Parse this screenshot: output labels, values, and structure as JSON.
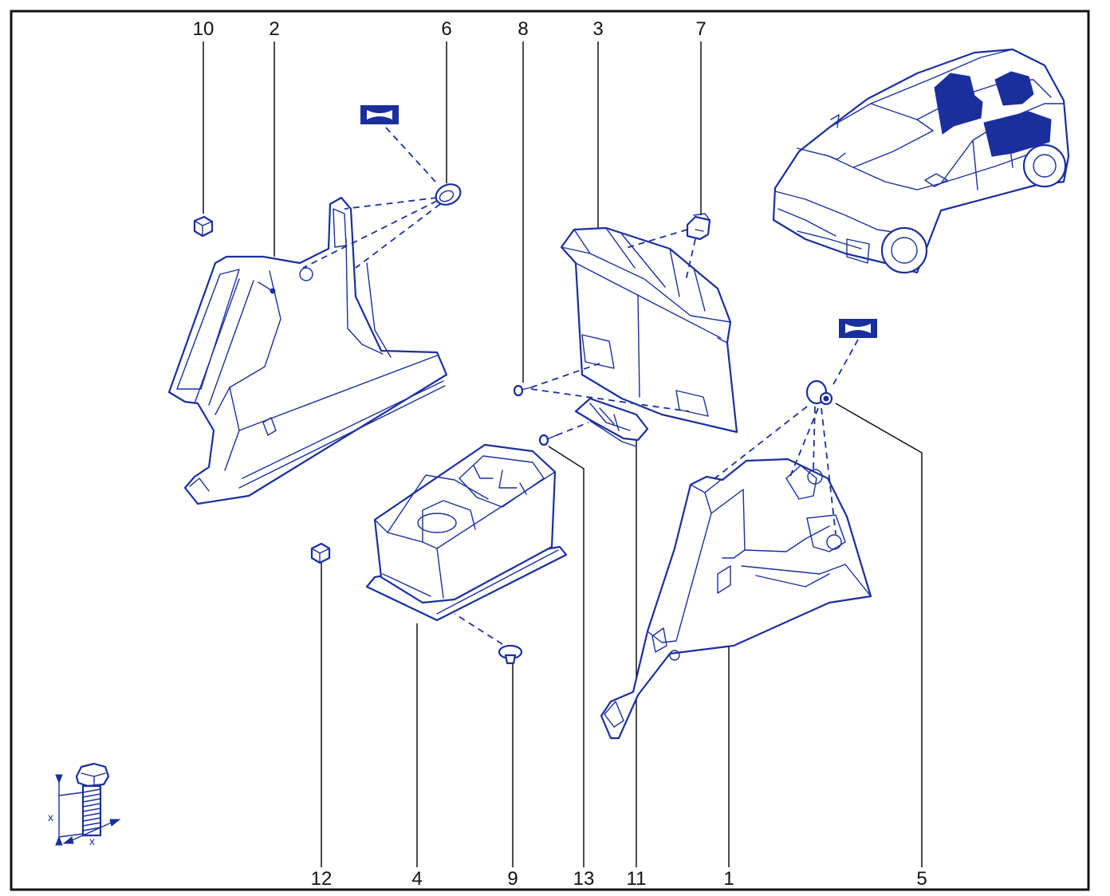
{
  "diagram": {
    "colors": {
      "line": "#1a2f9c",
      "frame": "#111111",
      "background": "#ffffff"
    },
    "callouts": [
      {
        "id": "10",
        "label": "10"
      },
      {
        "id": "2",
        "label": "2"
      },
      {
        "id": "6",
        "label": "6"
      },
      {
        "id": "8",
        "label": "8"
      },
      {
        "id": "3",
        "label": "3"
      },
      {
        "id": "7",
        "label": "7"
      },
      {
        "id": "12",
        "label": "12"
      },
      {
        "id": "4",
        "label": "4"
      },
      {
        "id": "9",
        "label": "9"
      },
      {
        "id": "13",
        "label": "13"
      },
      {
        "id": "11",
        "label": "11"
      },
      {
        "id": "1",
        "label": "1"
      },
      {
        "id": "5",
        "label": "5"
      }
    ],
    "torque_symbol": {
      "dimension_label": "x",
      "icon": "bolt-icon"
    },
    "material_symbol": {
      "icon": "adhesive-pad-icon"
    },
    "vehicle": {
      "icon": "car-location-icon"
    }
  }
}
